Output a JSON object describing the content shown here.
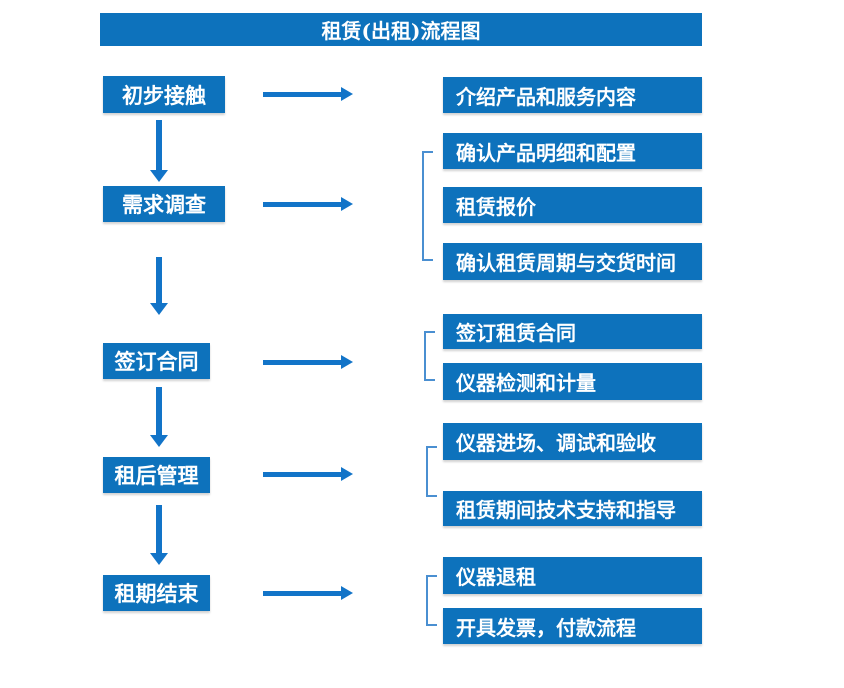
{
  "title": "租赁(出租)流程图",
  "colors": {
    "box_blue": "#0d72bc",
    "arrow_blue": "#1274c8",
    "bracket_blue": "#4a8fd1",
    "text_white": "#ffffff",
    "background": "#ffffff"
  },
  "steps": [
    {
      "label": "初步接触",
      "details": [
        "介绍产品和服务内容"
      ]
    },
    {
      "label": "需求调查",
      "details": [
        "确认产品明细和配置",
        "租赁报价",
        "确认租赁周期与交货时间"
      ]
    },
    {
      "label": "签订合同",
      "details": [
        "签订租赁合同",
        "仪器检测和计量"
      ]
    },
    {
      "label": "租后管理",
      "details": [
        "仪器进场、调试和验收",
        "租赁期间技术支持和指导"
      ]
    },
    {
      "label": "租期结束",
      "details": [
        "仪器退租",
        "开具发票，付款流程"
      ]
    }
  ]
}
